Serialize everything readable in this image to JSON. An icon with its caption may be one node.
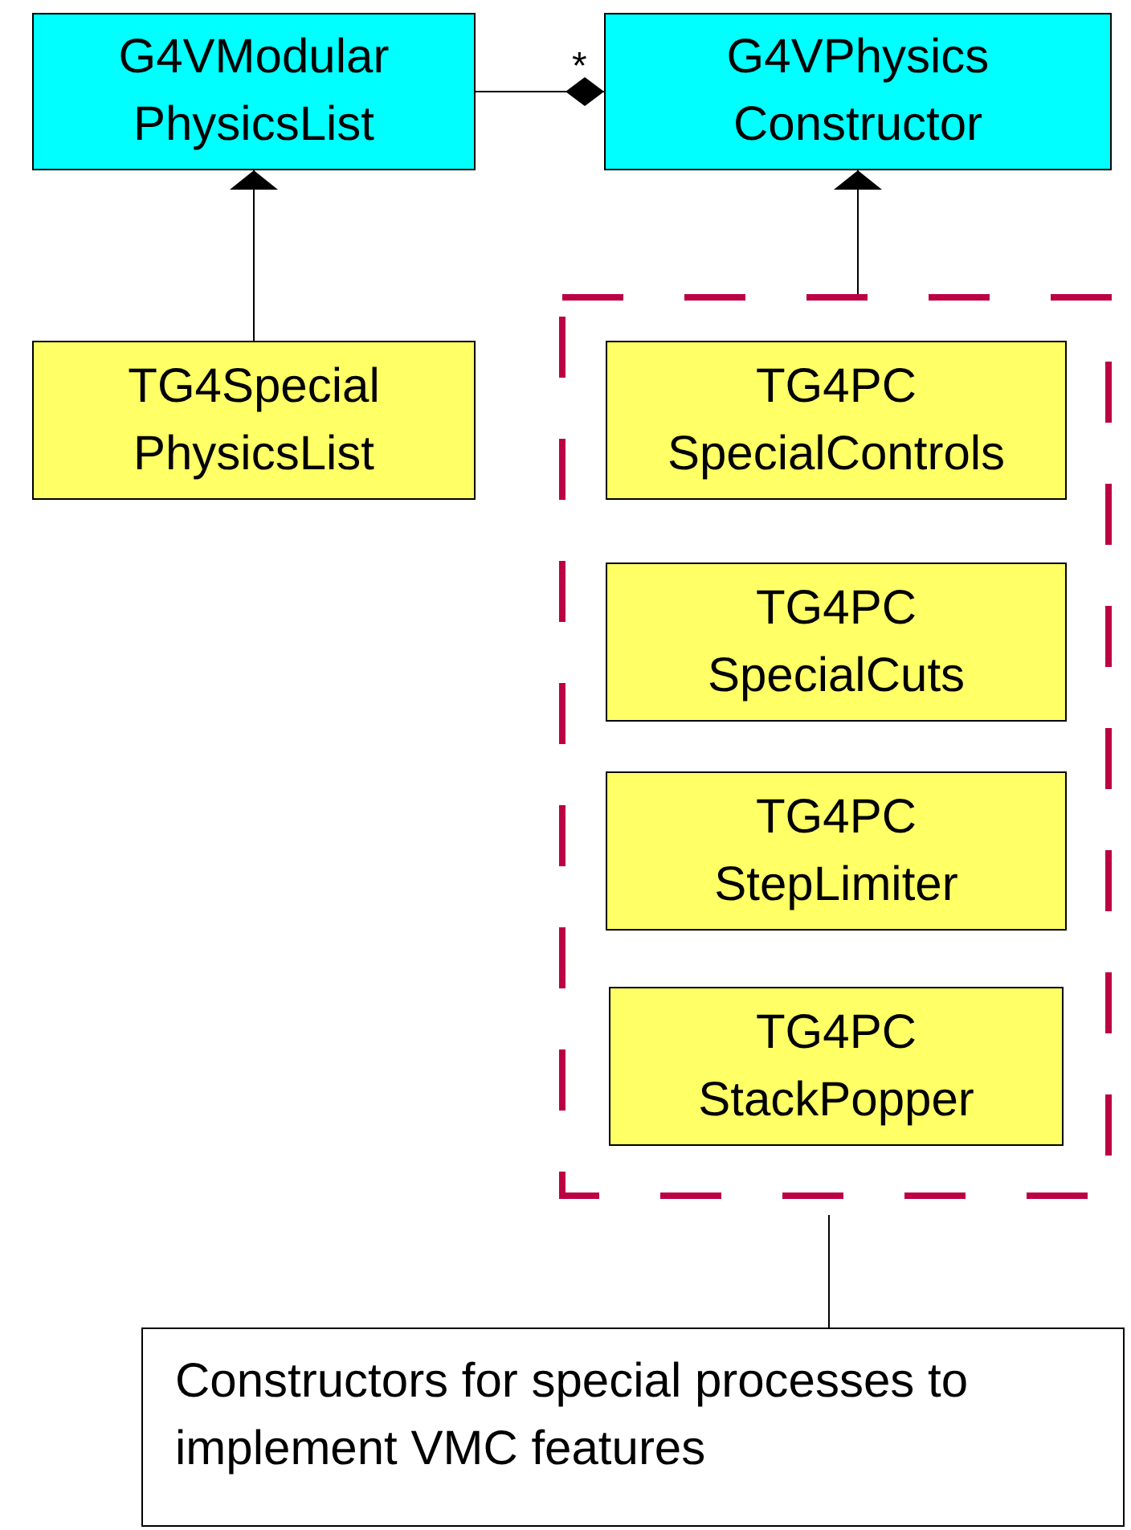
{
  "diagram": {
    "nodes": [
      {
        "text": [
          "G4VModular PhysicsList"
        ]
      },
      {
        "text": [
          "G4VPhysics Constructor"
        ]
      },
      {
        "text": [
          "TG4Special PhysicsList"
        ]
      },
      {
        "text": [],
        "shape": "box"
      },
      {
        "text": [
          "TG4PC SpecialControls"
        ],
        "in": 3
      },
      {
        "text": [
          "TG4PC SpecialCuts"
        ],
        "in": 3
      },
      {
        "text": [
          "TG4PC StepLimiter"
        ],
        "in": 3
      },
      {
        "text": [
          "TG4PC StackPopper"
        ],
        "in": 3
      },
      {
        "text": [
          "Constructors for special processes to implement VMC features"
        ]
      }
    ],
    "edges": [
      {
        "from": 0,
        "to": 1,
        "arrow": "other"
      },
      {
        "from": 2,
        "to": 0,
        "arrow": "to"
      },
      {
        "from": 3,
        "to": 1,
        "arrow": "to"
      },
      {
        "from": 8,
        "to": 3,
        "arrow": "none"
      }
    ],
    "labels": [
      "*"
    ]
  }
}
